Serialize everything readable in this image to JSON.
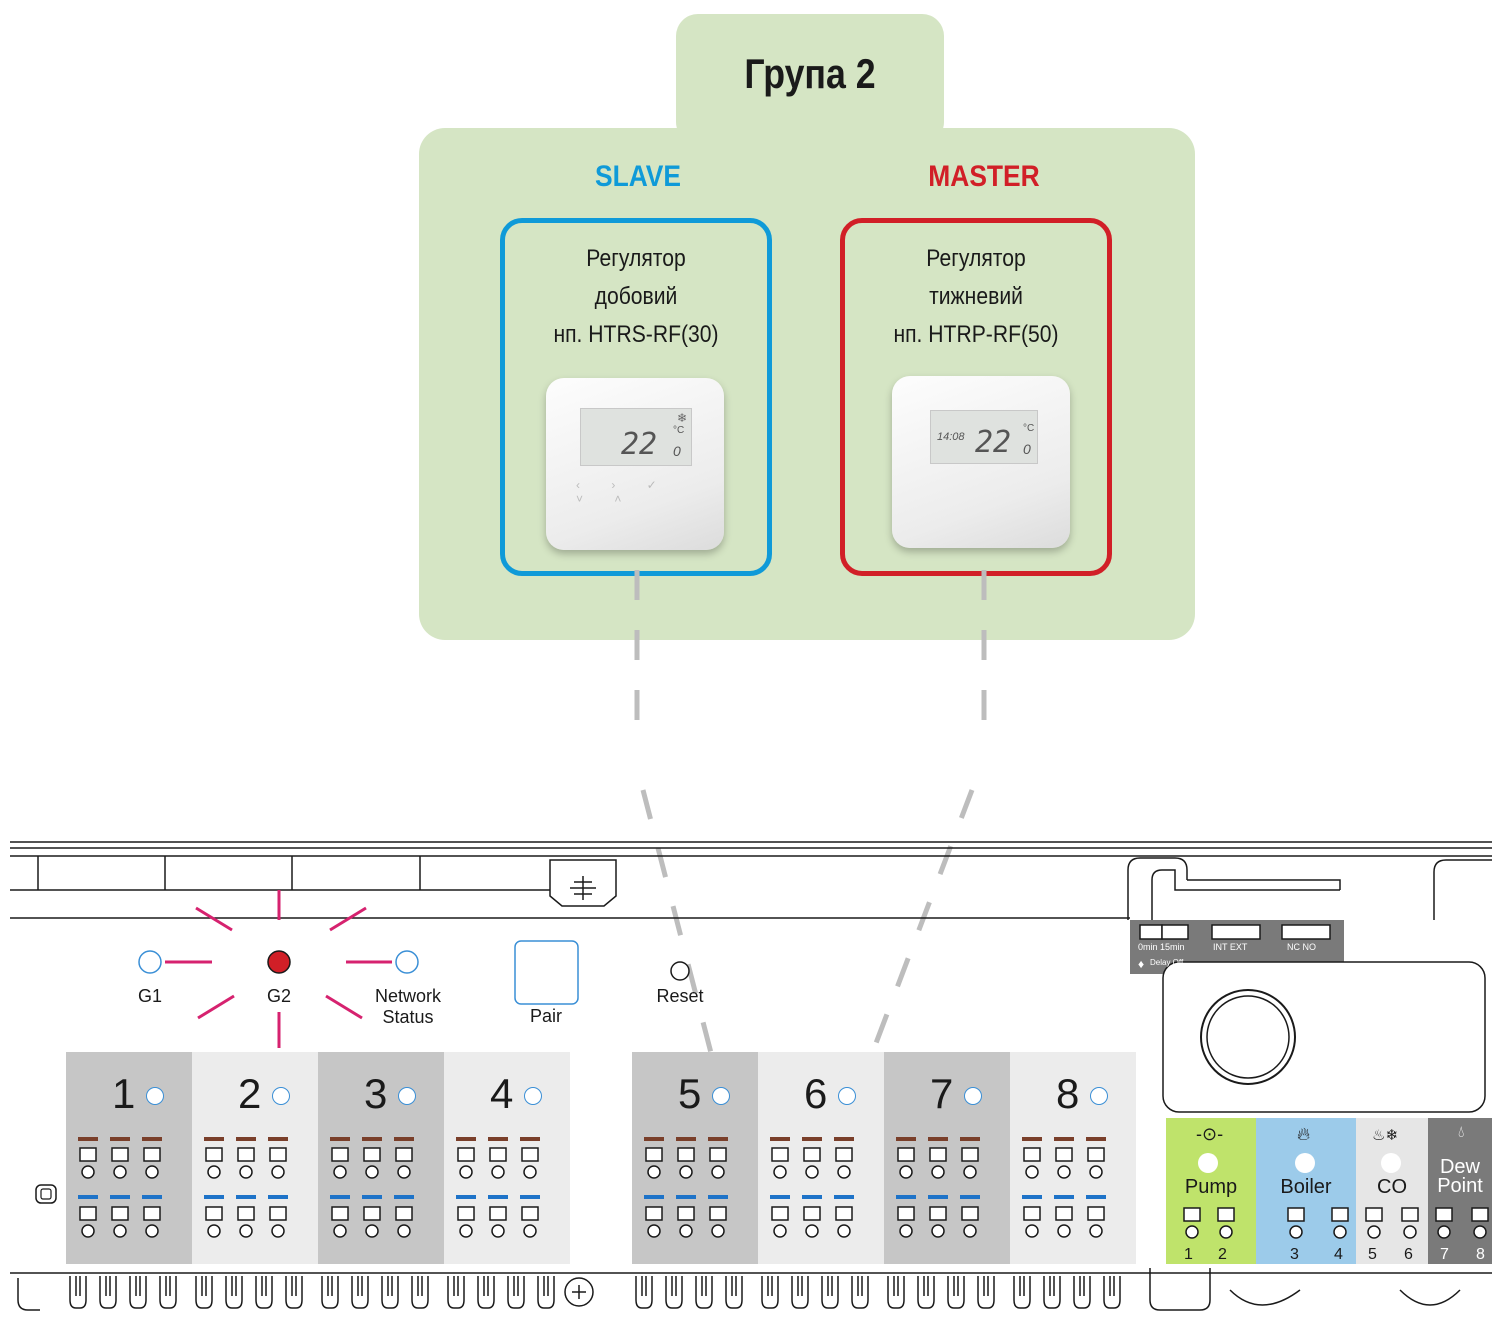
{
  "group": {
    "title": "Група 2"
  },
  "slave": {
    "role": "SLAVE",
    "color": "#0f9ad8",
    "lines": [
      "Регулятор",
      "добовий",
      "нп. HTRS-RF(30)"
    ],
    "display_temp": "22",
    "display_unit": "°C",
    "display_decimal": "0"
  },
  "master": {
    "role": "MASTER",
    "color": "#d11f27",
    "lines": [
      "Регулятор",
      "тижневий",
      "нп. HTRP-RF(50)"
    ],
    "display_time": "14:08",
    "display_temp": "22",
    "display_unit": "°C",
    "display_decimal": "0"
  },
  "controller": {
    "leds": {
      "g1": "G1",
      "g2": "G2",
      "network_line1": "Network",
      "network_line2": "Status",
      "g2_color": "#d11f27",
      "ray_color": "#d6226f"
    },
    "pair_label": "Pair",
    "reset_label": "Reset",
    "zones": [
      "1",
      "2",
      "3",
      "4",
      "5",
      "6",
      "7",
      "8"
    ],
    "switches": {
      "delay": "0min  15min",
      "delay_sub": "Delay Off",
      "int_ext": "INT  EXT",
      "nc_no": "NC  NO"
    },
    "relays": {
      "pump": {
        "label": "Pump",
        "color": "#bfe36b",
        "nums": [
          "1",
          "2"
        ]
      },
      "boiler": {
        "label": "Boiler",
        "color": "#9ccbea",
        "nums": [
          "3",
          "4"
        ]
      },
      "co": {
        "label": "CO",
        "color": "#e6e6e6",
        "nums": [
          "5",
          "6"
        ]
      },
      "dew": {
        "label_line1": "Dew",
        "label_line2": "Point",
        "color": "#7a7a7a",
        "nums": [
          "7",
          "8"
        ]
      }
    }
  }
}
